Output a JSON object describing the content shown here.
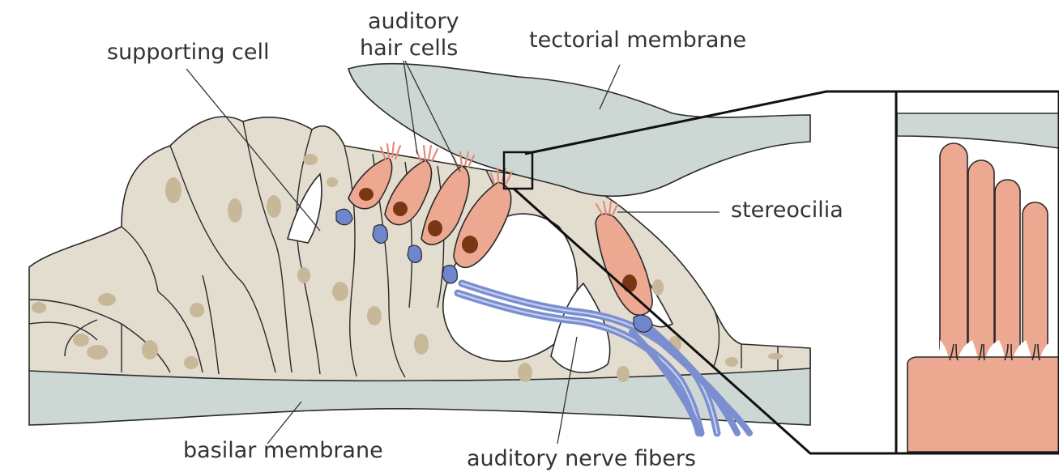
{
  "labels": {
    "supporting_cell": "supporting cell",
    "auditory_hair_cells_line1": "auditory",
    "auditory_hair_cells_line2": "hair cells",
    "tectorial_membrane": "tectorial membrane",
    "stereocilia": "stereocilia",
    "basilar_membrane": "basilar membrane",
    "auditory_nerve_fibers": "auditory nerve fibers"
  },
  "colors": {
    "supporting_tissue": "#e3ddd0",
    "membrane": "#cdd8d5",
    "hair_cell": "#eda892",
    "hair_cell_nucleus": "#7a3612",
    "nerve_fiber": "#7b8fd0",
    "outline": "#2a2a2a"
  }
}
